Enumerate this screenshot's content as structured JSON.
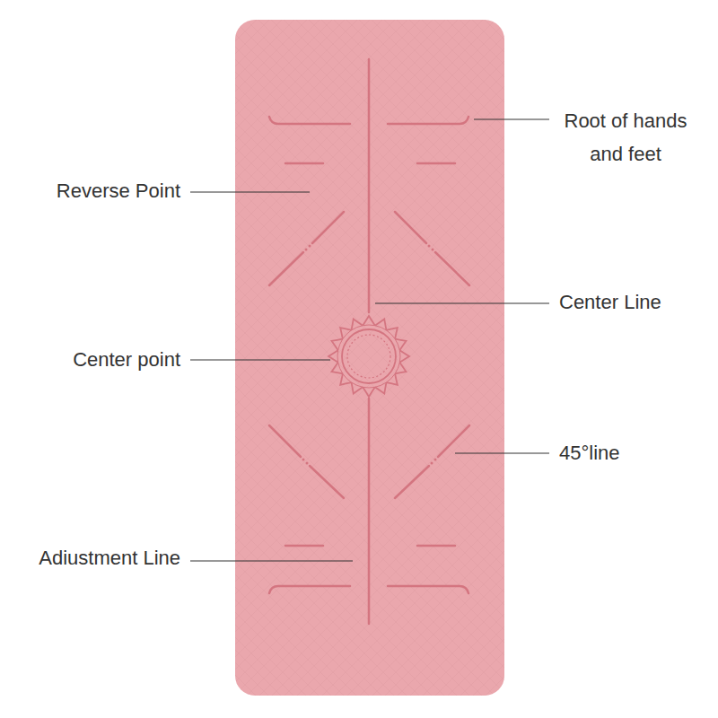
{
  "diagram": {
    "labels": [
      "Root of hands and feet",
      "Reverse Point",
      "Center Line",
      "Center point",
      "45°line",
      "Adiustment Line"
    ]
  }
}
